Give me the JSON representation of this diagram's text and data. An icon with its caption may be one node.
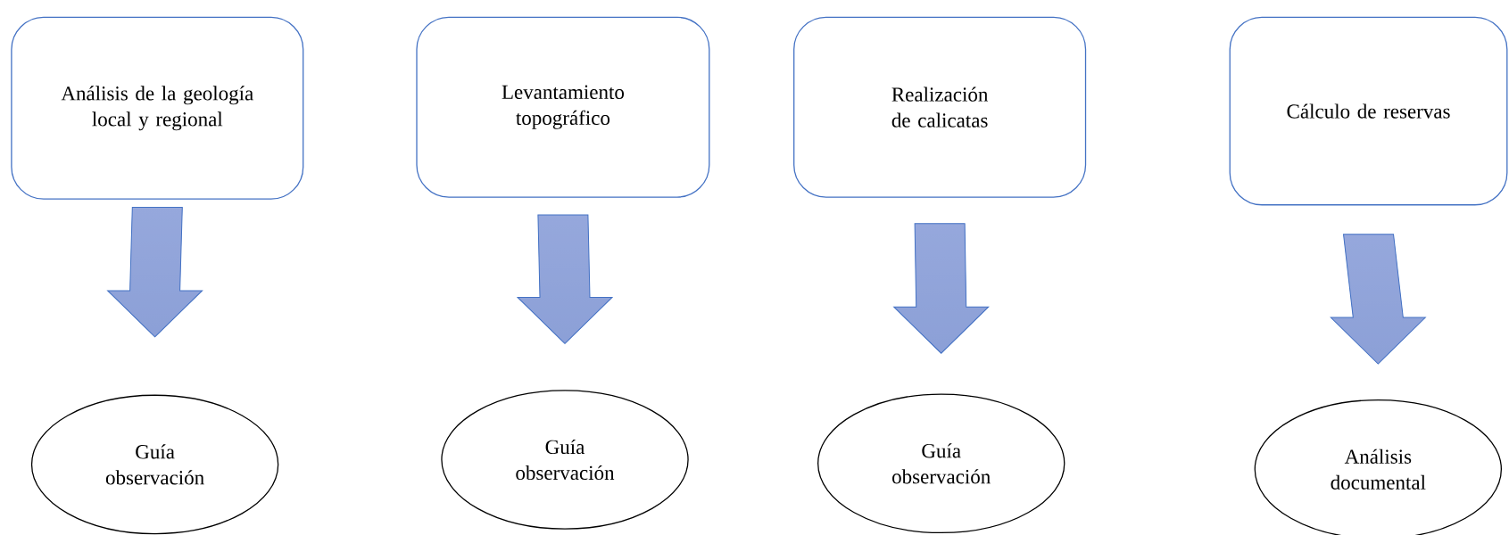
{
  "diagram": {
    "nodes": [
      {
        "text": [
          "Análisis de la geología local y regional"
        ]
      },
      {
        "text": [
          "Levantamiento topográfico"
        ]
      },
      {
        "text": [
          "Realización de calicatas"
        ]
      },
      {
        "text": [
          "Cálculo de reservas"
        ]
      },
      {
        "text": [
          "Guía observación"
        ]
      },
      {
        "text": [
          "Guía observación"
        ]
      },
      {
        "text": [
          "Guía observación"
        ]
      },
      {
        "text": [
          "Análisis documental"
        ]
      }
    ],
    "edges": [
      {
        "from": 0,
        "to": 4,
        "arrow": "to"
      },
      {
        "from": 1,
        "to": 5,
        "arrow": "to"
      },
      {
        "from": 2,
        "to": 6,
        "arrow": "to"
      },
      {
        "from": 3,
        "to": 7,
        "arrow": "to"
      }
    ]
  }
}
